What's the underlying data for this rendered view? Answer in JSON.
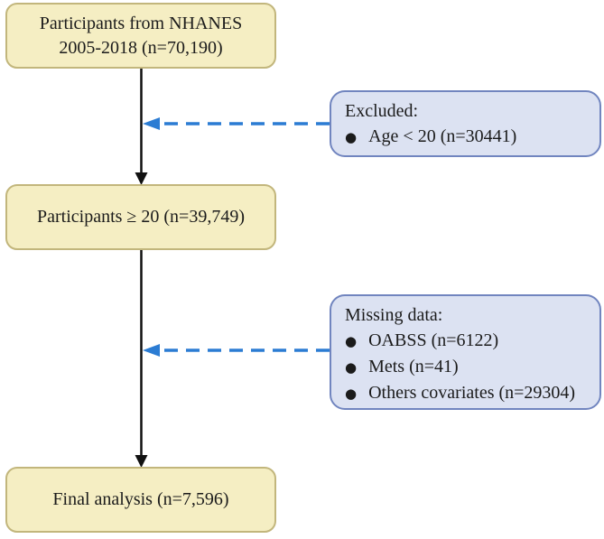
{
  "flowchart": {
    "main_nodes": [
      {
        "id": "nhanes-source",
        "lines": [
          "Participants from NHANES",
          "2005-2018 (n=70,190)"
        ]
      },
      {
        "id": "age-filtered",
        "lines": [
          "Participants ≥ 20 (n=39,749)"
        ]
      },
      {
        "id": "final-analysis",
        "lines": [
          "Final analysis (n=7,596)"
        ]
      }
    ],
    "side_boxes": [
      {
        "id": "excluded",
        "heading": "Excluded:",
        "items": [
          "Age < 20 (n=30441)"
        ]
      },
      {
        "id": "missing-data",
        "heading": "Missing data:",
        "items": [
          "OABSS (n=6122)",
          "Mets (n=41)",
          "Others covariates (n=29304)"
        ]
      }
    ],
    "bullet_glyph": "●",
    "colors": {
      "node_fill": "#f5eec3",
      "node_border": "#c2b67c",
      "side_fill": "#dce2f2",
      "side_border": "#7185bf",
      "solid_arrow": "#111111",
      "dashed_arrow": "#2b7cd3",
      "background": "#ffffff",
      "text": "#1b1b1b"
    }
  }
}
